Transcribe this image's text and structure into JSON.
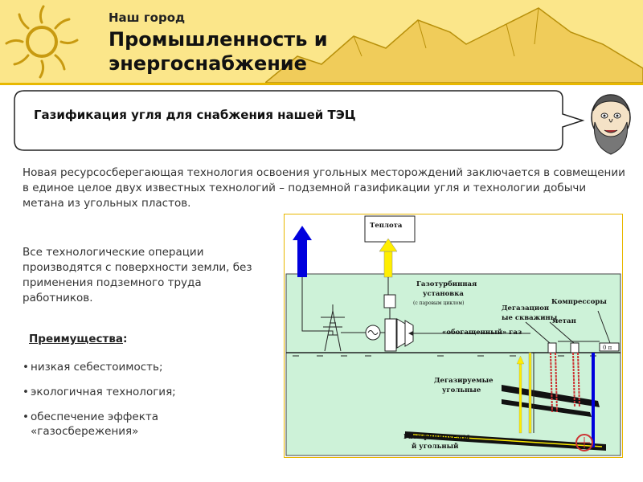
{
  "header": {
    "section": "Наш город",
    "title": "Промышленность и энергоснабжение"
  },
  "bubble": {
    "text": "Газификация угля для снабжения нашей ТЭЦ"
  },
  "intro_text": "Новая ресурсосберегающая технология освоения угольных месторождений заключается в совмещении в единое целое двух известных технологий – подземной газификации угля и технологии добычи метана из угольных пластов.",
  "operations_text": "Все технологические операции производятся с поверхности земли, без применения подземного труда работников.",
  "advantages": {
    "title": "Преимущества",
    "items": [
      "низкая себестоимость;",
      "экологичная технология;",
      "обеспечение эффекта «газосбережения»"
    ]
  },
  "diagram": {
    "labels": {
      "heat": "Теплота",
      "gas_turbine_1": "Газотурбинная",
      "gas_turbine_2": "установка",
      "gas_turbine_3": "(с паровым циклом)",
      "compressor": "Компрессоры",
      "degas_wells_1": "Дегазацион",
      "degas_wells_2": "ые скважины",
      "methane": "метан",
      "enriched_gas": "«обогащенный» газ",
      "degas_seams_1": "Дегазируемые",
      "degas_seams_2": "угольные",
      "gasified_1": "Газифицируемы",
      "gasified_2": "й угольный",
      "counter": "0 п"
    }
  },
  "colors": {
    "header_bg": "#fbe68a",
    "accent": "#e8b800",
    "ground": "#cdf2d8",
    "arrow_blue": "#0000dd",
    "arrow_yellow": "#ffee00"
  }
}
